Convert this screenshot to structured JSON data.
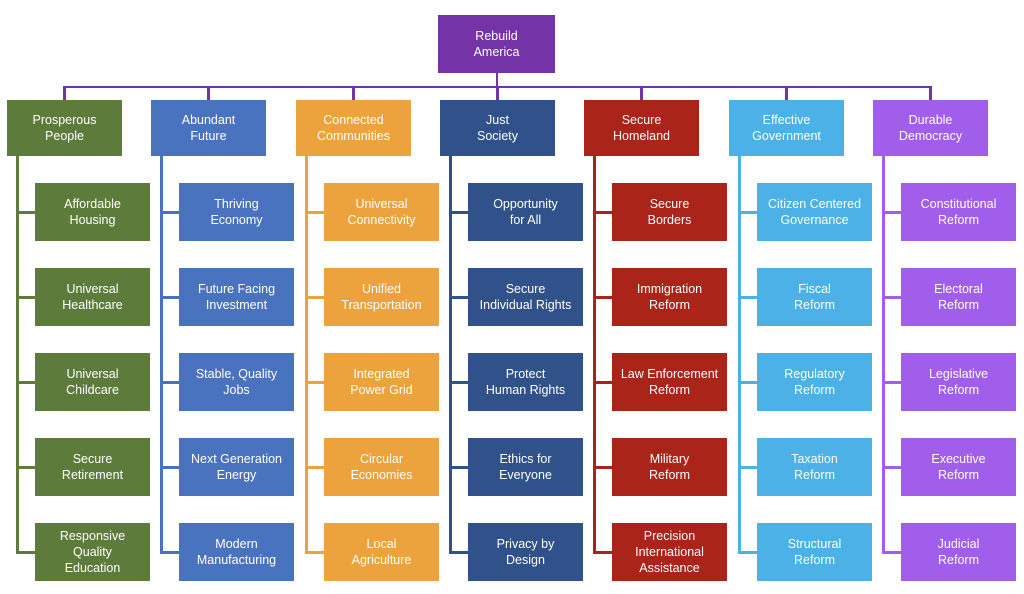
{
  "title": "Rebuild America",
  "root": {
    "label": "Rebuild\nAmerica",
    "color": "#7433A6"
  },
  "columns": [
    {
      "label": "Prosperous\nPeople",
      "color": "#5D7C3C",
      "children": [
        "Affordable\nHousing",
        "Universal\nHealthcare",
        "Universal\nChildcare",
        "Secure\nRetirement",
        "Responsive\nQuality\nEducation"
      ]
    },
    {
      "label": "Abundant\nFuture",
      "color": "#4A73BF",
      "children": [
        "Thriving\nEconomy",
        "Future Facing\nInvestment",
        "Stable, Quality\nJobs",
        "Next Generation\nEnergy",
        "Modern\nManufacturing"
      ]
    },
    {
      "label": "Connected\nCommunities",
      "color": "#EDA33D",
      "children": [
        "Universal\nConnectivity",
        "Unified\nTransportation",
        "Integrated\nPower Grid",
        "Circular\nEconomies",
        "Local\nAgriculture"
      ]
    },
    {
      "label": "Just\nSociety",
      "color": "#30518A",
      "children": [
        "Opportunity\nfor All",
        "Secure\nIndividual Rights",
        "Protect\nHuman Rights",
        "Ethics for\nEveryone",
        "Privacy by\nDesign"
      ]
    },
    {
      "label": "Secure\nHomeland",
      "color": "#AA2419",
      "children": [
        "Secure\nBorders",
        "Immigration\nReform",
        "Law Enforcement\nReform",
        "Military\nReform",
        "Precision\nInternational\nAssistance"
      ]
    },
    {
      "label": "Effective\nGovernment",
      "color": "#4BB1E6",
      "children": [
        "Citizen Centered\nGovernance",
        "Fiscal\nReform",
        "Regulatory\nReform",
        "Taxation\nReform",
        "Structural\nReform"
      ]
    },
    {
      "label": "Durable\nDemocracy",
      "color": "#A15EEA",
      "children": [
        "Constitutional\nReform",
        "Electoral\nReform",
        "Legislative\nReform",
        "Executive\nReform",
        "Judicial\nReform"
      ]
    }
  ]
}
